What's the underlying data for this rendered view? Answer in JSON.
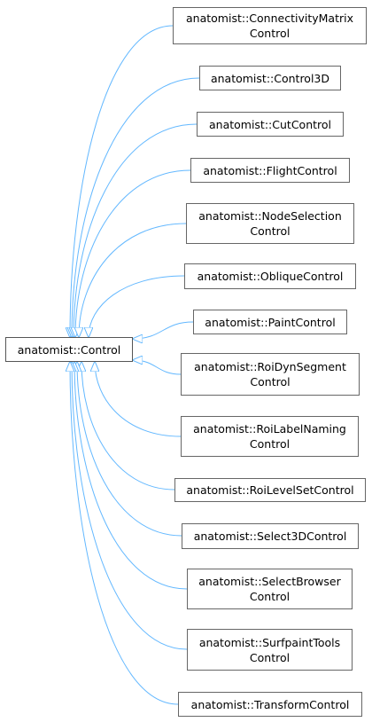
{
  "diagram": {
    "base": {
      "name": "anatomist::Control"
    },
    "edge_color": "#63b8ff",
    "derived": [
      {
        "lines": [
          "anatomist::ConnectivityMatrix",
          "Control"
        ]
      },
      {
        "lines": [
          "anatomist::Control3D"
        ]
      },
      {
        "lines": [
          "anatomist::CutControl"
        ]
      },
      {
        "lines": [
          "anatomist::FlightControl"
        ]
      },
      {
        "lines": [
          "anatomist::NodeSelection",
          "Control"
        ]
      },
      {
        "lines": [
          "anatomist::ObliqueControl"
        ]
      },
      {
        "lines": [
          "anatomist::PaintControl"
        ]
      },
      {
        "lines": [
          "anatomist::RoiDynSegment",
          "Control"
        ]
      },
      {
        "lines": [
          "anatomist::RoiLabelNaming",
          "Control"
        ]
      },
      {
        "lines": [
          "anatomist::RoiLevelSetControl"
        ]
      },
      {
        "lines": [
          "anatomist::Select3DControl"
        ]
      },
      {
        "lines": [
          "anatomist::SelectBrowser",
          "Control"
        ]
      },
      {
        "lines": [
          "anatomist::SurfpaintTools",
          "Control"
        ]
      },
      {
        "lines": [
          "anatomist::TransformControl"
        ]
      }
    ]
  }
}
